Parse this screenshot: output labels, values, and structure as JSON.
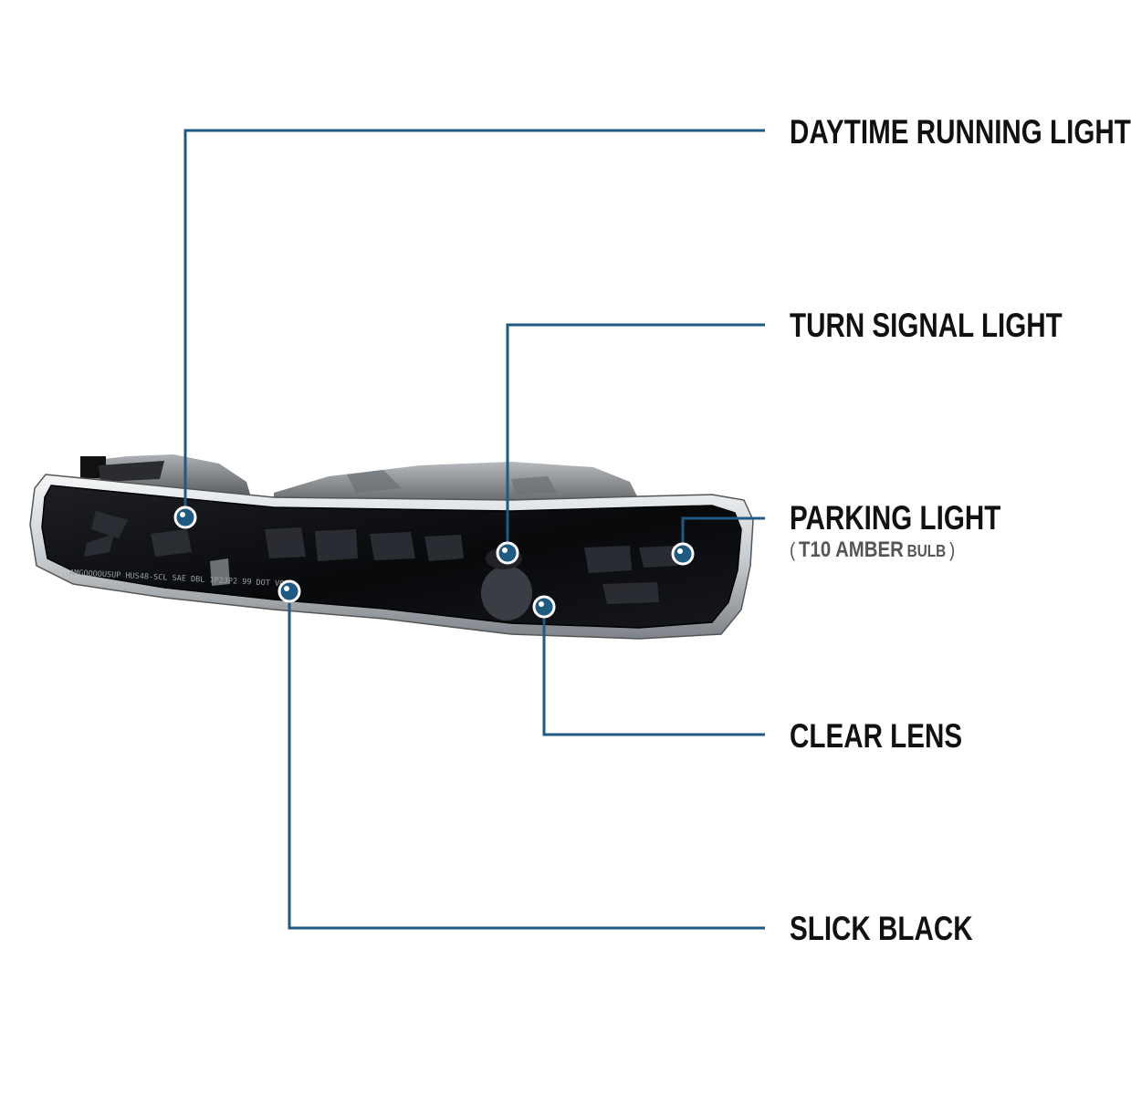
{
  "callouts": [
    {
      "id": "drl",
      "label": "DAYTIME RUNNING LIGHT"
    },
    {
      "id": "turn",
      "label": "TURN SIGNAL LIGHT"
    },
    {
      "id": "parking",
      "label": "PARKING LIGHT"
    },
    {
      "id": "lens",
      "label": "CLEAR LENS"
    },
    {
      "id": "finish",
      "label": "SLICK BLACK"
    }
  ],
  "parking_note": {
    "open": "(",
    "bulb_type": "T10 AMBER",
    "bulb_word": "BULB",
    "close": ")"
  },
  "lens_marking": "AMGOOOOUSUP   HUS48-SCL SAE DBL 1P2JP2 99 DOT VOL",
  "colors": {
    "leader_line": "#1f5a80",
    "marker": "#1f5a80",
    "housing": "#0b0b0d",
    "chrome": "#d9dde0"
  }
}
